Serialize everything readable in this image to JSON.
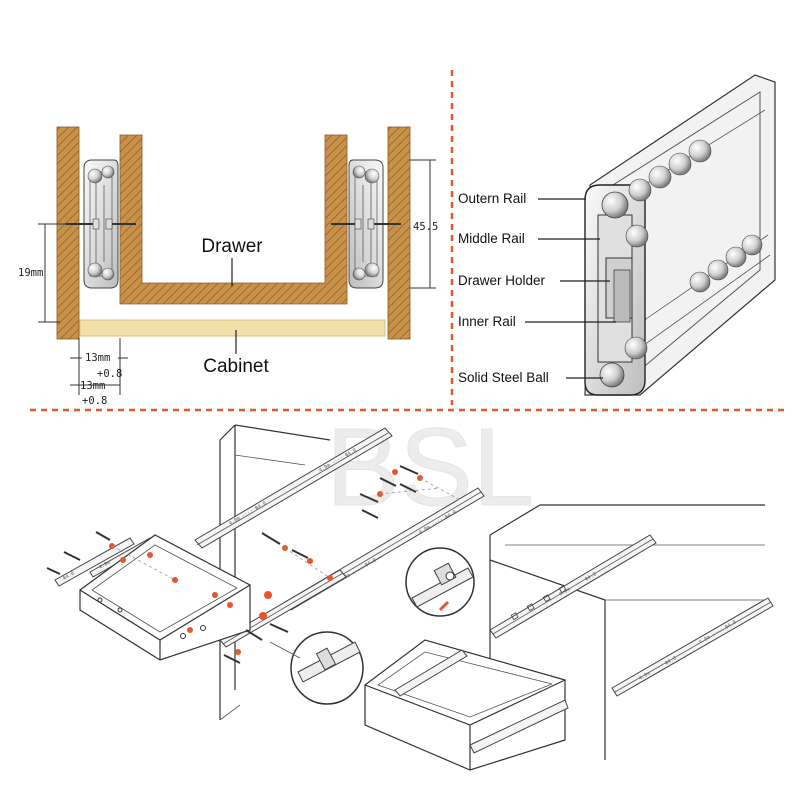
{
  "cross_section": {
    "labels": {
      "drawer": "Drawer",
      "cabinet": "Cabinet"
    },
    "dimensions": {
      "height_left": "19mm",
      "gap_upper": "13mm",
      "gap_upper_tol": "+0.8",
      "gap_lower": "13mm",
      "gap_lower_tol": "+0.8",
      "height_right": "45.5"
    }
  },
  "rail_detail": {
    "labels": [
      "Outern Rail",
      "Middle Rail",
      "Drawer Holder",
      "Inner Rail",
      "Solid Steel Ball"
    ]
  },
  "assembly": {
    "watermark": "BSL"
  },
  "colors": {
    "wood": "#c9924a",
    "wood_hatch": "#8a5a23",
    "cabinet_board": "#f3dfaa",
    "divider": "#e05a2b",
    "screw_accent": "#e8542b",
    "blue_leader": "#2f4f9a"
  }
}
